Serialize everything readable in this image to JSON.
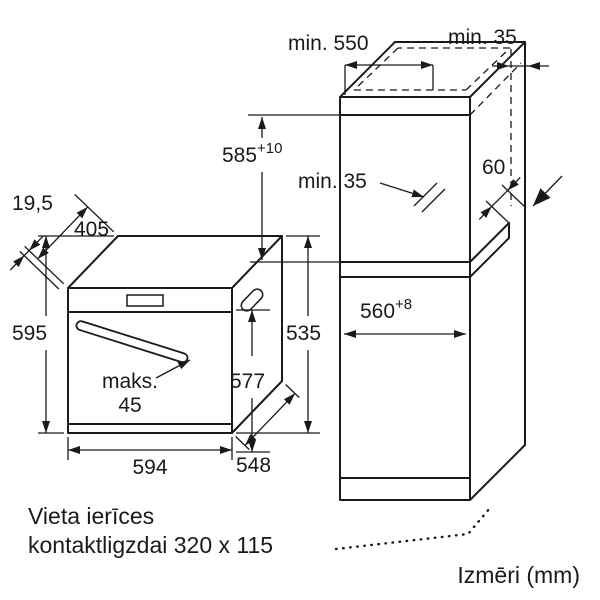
{
  "oven": {
    "frame_offset": "19,5",
    "top_depth": "405",
    "height": "595",
    "handle_max_word": "maks.",
    "handle_max_value": "45",
    "front_height": "577",
    "side_height": "535",
    "width": "594",
    "depth": "548"
  },
  "cabinet": {
    "min_depth_top": "min. 550",
    "min_rear_gap_top": "min. 35",
    "niche_height": "585",
    "niche_height_tolerance": "+10",
    "min_rear_gap_niche": "min. 35",
    "vent_gap_depth": "60",
    "niche_width": "560",
    "niche_width_tolerance": "+8"
  },
  "footer": {
    "socket_note_line1": "Vieta ierīces",
    "socket_note_line2": "kontaktligzdai 320 x 115",
    "units_label": "Izmēri (mm)"
  },
  "colors": {
    "line": "#1a1a1a",
    "background": "#ffffff"
  }
}
